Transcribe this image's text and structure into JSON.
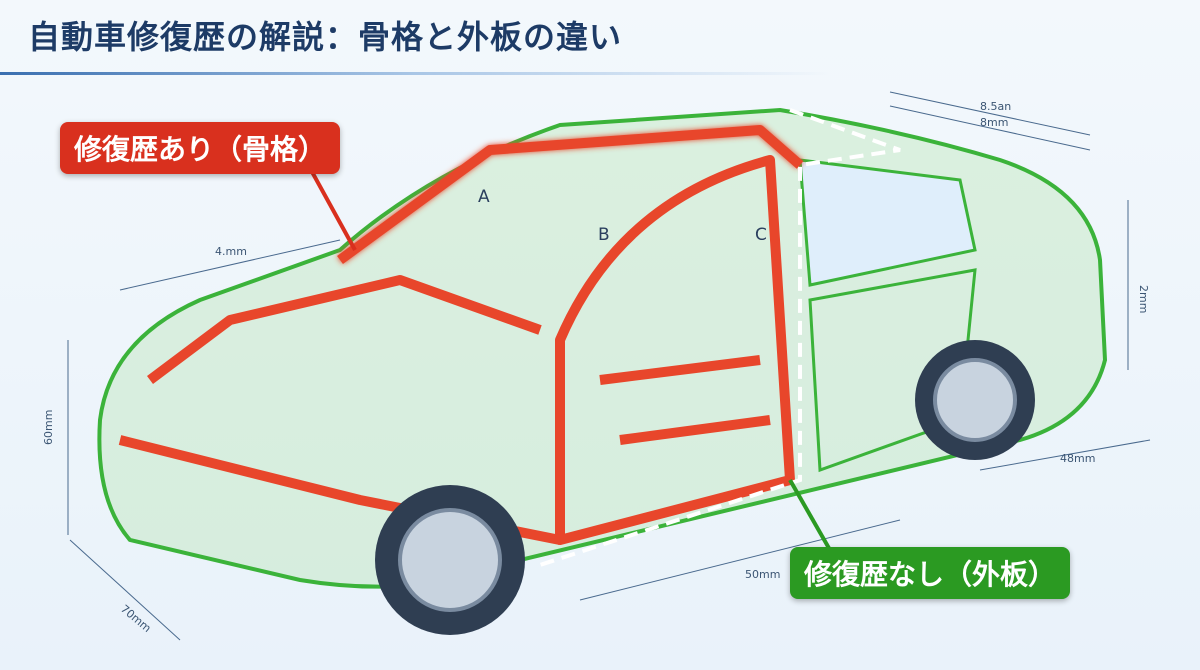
{
  "title": "自動車修復歴の解説：骨格と外板の違い",
  "callouts": {
    "frame": "修復歴あり（骨格）",
    "panel": "修復歴なし（外板）"
  },
  "part_labels": [
    "A",
    "B",
    "C"
  ],
  "dimensions": [
    "8.5an",
    "8mm",
    "4.mm",
    "60mm",
    "70mm",
    "2mm",
    "48mm",
    "50mm"
  ],
  "colors": {
    "frame": "#e8462b",
    "panel": "#3bb33a",
    "accent": "#1d3b66"
  }
}
